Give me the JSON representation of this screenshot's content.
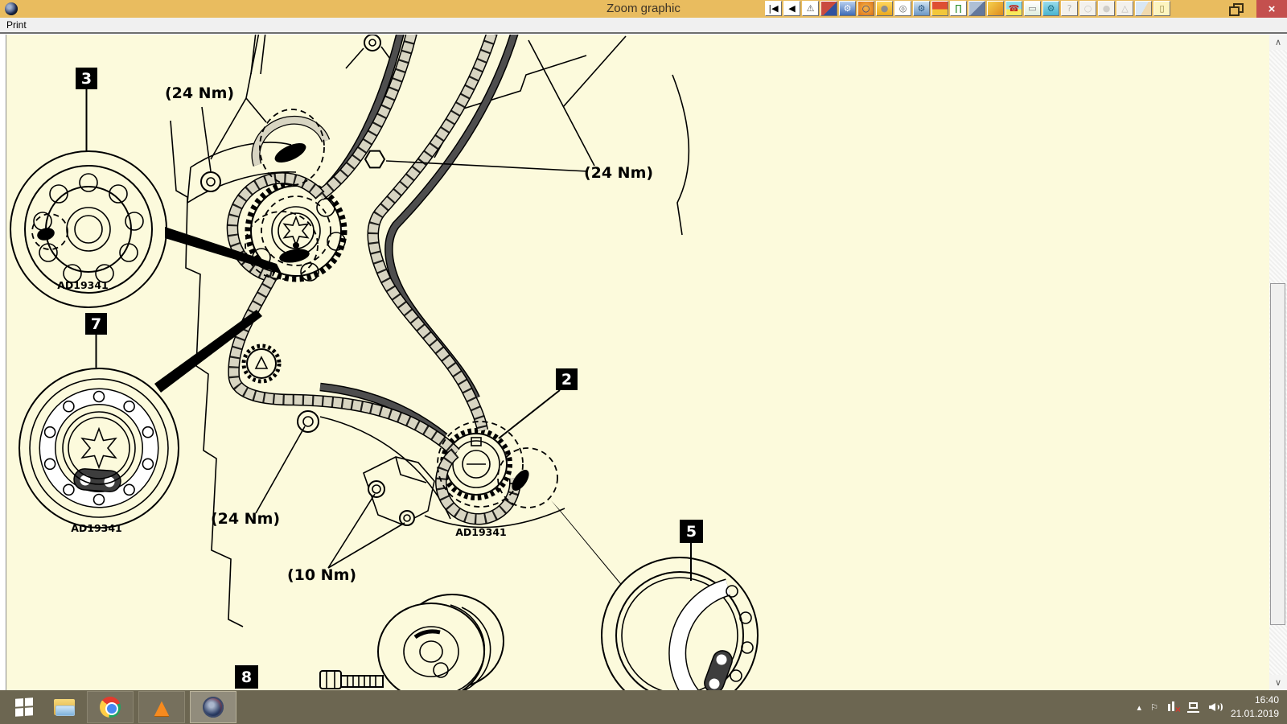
{
  "window": {
    "title": "Zoom graphic",
    "menu_items": [
      {
        "label": "Print"
      }
    ],
    "controls": {
      "close_glyph": "×"
    }
  },
  "colors": {
    "titlebar": "#E9BC5F",
    "close_button": "#C4504E",
    "content_background": "#FCFADC",
    "taskbar": "#6C6651",
    "chain_link": "#D8D5C2",
    "chain_guide": "#4E4E4E"
  },
  "toolbar": {
    "icons": [
      {
        "name": "toolbar-first-icon",
        "glyph": "|◀",
        "bg": "#ffffff",
        "fg": "#000000"
      },
      {
        "name": "toolbar-back-icon",
        "glyph": "◀",
        "bg": "#ffffff",
        "fg": "#000000"
      },
      {
        "name": "toolbar-warning-icon",
        "glyph": "⚠",
        "bg": "#ffffff",
        "fg": "#555555"
      },
      {
        "name": "toolbar-brake-tester-icon",
        "glyph": "",
        "bg": "linear-gradient(135deg,#c94a3f 0 55%,#31529e 55% 100%)"
      },
      {
        "name": "toolbar-technical-data-icon",
        "glyph": "⚙",
        "bg": "linear-gradient(180deg,#b9d0ef,#3f6cb5)",
        "fg": "#ffffff"
      },
      {
        "name": "toolbar-service-globe-icon",
        "glyph": "○",
        "bg": "radial-gradient(circle at 50% 45%,#f7b54a,#d96f15)",
        "fg": "#1d3f8f"
      },
      {
        "name": "toolbar-mouse-icon",
        "glyph": "●",
        "bg": "linear-gradient(180deg,#ffd75e,#eaa81c)",
        "fg": "#8d8d8d"
      },
      {
        "name": "toolbar-wheel-icon",
        "glyph": "◎",
        "bg": "#ffffff",
        "fg": "#666666"
      },
      {
        "name": "toolbar-engine-parts-icon",
        "glyph": "⚙",
        "bg": "linear-gradient(180deg,#cfe2f2,#6b97c4)",
        "fg": "#29567f"
      },
      {
        "name": "toolbar-repair-ramp-icon",
        "glyph": "",
        "bg": "linear-gradient(180deg,#de4f33 0 55%,#f2c73a 55% 100%)"
      },
      {
        "name": "toolbar-lift-icon",
        "glyph": "∏",
        "bg": "#ffffff",
        "fg": "#2f8f2f"
      },
      {
        "name": "toolbar-vehicle-images-icon",
        "glyph": "",
        "bg": "linear-gradient(135deg,#aebfd4 0 50%,#64789c 50% 100%)"
      },
      {
        "name": "toolbar-key-icon",
        "glyph": "",
        "bg": "linear-gradient(135deg,#f6d14d,#dd8b1d)"
      },
      {
        "name": "toolbar-helpline-icon",
        "glyph": "☎",
        "bg": "linear-gradient(180deg,#8fe0ef 0 55%,#f8e95a 55% 100%)",
        "fg": "#c0281e"
      },
      {
        "name": "toolbar-printer-icon",
        "glyph": "▭",
        "bg": "linear-gradient(180deg,#ffffff,#dfeede)",
        "fg": "#7a7a7a"
      },
      {
        "name": "toolbar-measure-tools-icon",
        "glyph": "⚙",
        "bg": "linear-gradient(180deg,#9adcec,#49b4cf)",
        "fg": "#1b6d84"
      },
      {
        "name": "toolbar-unknown-vehicle-icon",
        "glyph": "?",
        "bg": "#f4f4f4",
        "fg": "#b5b5b5",
        "disabled": true
      },
      {
        "name": "toolbar-vehicle-outline-icon",
        "glyph": "○",
        "bg": "#f4f4f4",
        "fg": "#c9c9c9",
        "disabled": true
      },
      {
        "name": "toolbar-tyre-icon",
        "glyph": "●",
        "bg": "#f4f4f4",
        "fg": "#cfcfcf",
        "disabled": true
      },
      {
        "name": "toolbar-hazard-icon",
        "glyph": "△",
        "bg": "#f4f4f4",
        "fg": "#bdbdbd",
        "disabled": true
      },
      {
        "name": "toolbar-vehicle-graphic-icon",
        "glyph": "",
        "bg": "linear-gradient(120deg,#d9e7f4 0 55%,#f0d9ae 55% 100%)"
      },
      {
        "name": "toolbar-switch-icon",
        "glyph": "▯",
        "bg": "#fdf5c0",
        "fg": "#8a7a35"
      }
    ]
  },
  "diagram": {
    "callouts": [
      {
        "text": "3"
      },
      {
        "text": "7"
      },
      {
        "text": "2"
      },
      {
        "text": "5"
      },
      {
        "text": "8"
      }
    ],
    "torque_labels": [
      {
        "text": "(24 Nm)"
      },
      {
        "text": "(24 Nm)"
      },
      {
        "text": "(24 Nm)"
      },
      {
        "text": "(10 Nm)"
      }
    ],
    "ref_labels": [
      {
        "text": "AD19341"
      },
      {
        "text": "AD19341"
      },
      {
        "text": "AD19341"
      }
    ]
  },
  "scrollbar": {
    "up_glyph": "∧",
    "down_glyph": "∨"
  },
  "taskbar": {
    "apps": [
      {
        "name": "taskbar-start-button",
        "icon": "windows-logo-icon",
        "kind": "start",
        "active": false
      },
      {
        "name": "taskbar-file-explorer-button",
        "icon": "folder-icon",
        "kind": "explorer",
        "active": false
      },
      {
        "name": "taskbar-chrome-button",
        "icon": "chrome-icon",
        "kind": "chrome",
        "active": false,
        "boxed": true
      },
      {
        "name": "taskbar-vlc-button",
        "icon": "vlc-cone-icon",
        "kind": "vlc",
        "active": false,
        "boxed": true
      },
      {
        "name": "taskbar-autodata-button",
        "icon": "disc-icon",
        "kind": "disc",
        "active": true,
        "boxed": true
      }
    ],
    "tray": {
      "icons": [
        {
          "name": "tray-hidden-icons-icon",
          "kind": "glyph",
          "glyph": "▴"
        },
        {
          "name": "tray-flag-icon",
          "kind": "glyph",
          "glyph": "⚐"
        },
        {
          "name": "tray-audio-device-error-icon",
          "kind": "mixer"
        },
        {
          "name": "tray-network-icon",
          "kind": "network"
        },
        {
          "name": "tray-volume-icon",
          "kind": "volume"
        }
      ],
      "time": "16:40",
      "date": "21.01.2019"
    }
  }
}
